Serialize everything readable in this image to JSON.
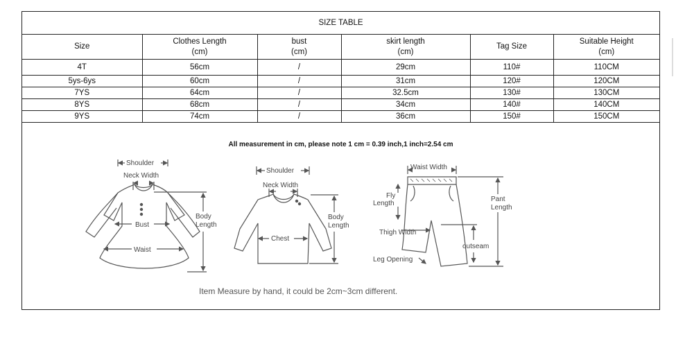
{
  "table": {
    "title": "SIZE TABLE",
    "headers": [
      {
        "line1": "Size",
        "line2": ""
      },
      {
        "line1": "Clothes Length",
        "line2": "(cm)"
      },
      {
        "line1": "bust",
        "line2": "(cm)"
      },
      {
        "line1": "skirt length",
        "line2": "(cm)"
      },
      {
        "line1": "Tag Size",
        "line2": ""
      },
      {
        "line1": "Suitable Height",
        "line2": "(cm)"
      }
    ],
    "rows": [
      [
        "4T",
        "56cm",
        "/",
        "29cm",
        "110#",
        "110CM"
      ],
      [
        "5ys-6ys",
        "60cm",
        "/",
        "31cm",
        "120#",
        "120CM"
      ],
      [
        "7YS",
        "64cm",
        "/",
        "32.5cm",
        "130#",
        "130CM"
      ],
      [
        "8YS",
        "68cm",
        "/",
        "34cm",
        "140#",
        "140CM"
      ],
      [
        "9YS",
        "74cm",
        "/",
        "36cm",
        "150#",
        "150CM"
      ]
    ]
  },
  "note": "All measurement in cm, please note 1 cm = 0.39 inch,1 inch=2.54 cm",
  "diagrams": {
    "dress": {
      "shoulder": "Shoulder",
      "neck_width": "Neck Width",
      "bust": "Bust",
      "waist": "Waist",
      "body_length_1": "Body",
      "body_length_2": "Length"
    },
    "shirt": {
      "shoulder": "Shoulder",
      "neck_width": "Neck Width",
      "chest": "Chest",
      "body_length_1": "Body",
      "body_length_2": "Length"
    },
    "pants": {
      "waist_width": "Waist Width",
      "fly_length_1": "Fly",
      "fly_length_2": "Length",
      "pant_length_1": "Pant",
      "pant_length_2": "Length",
      "thigh_width": "Thigh Width",
      "outseam": "outseam",
      "leg_opening": "Leg Opening"
    }
  },
  "measure_note": "Item Measure by hand, it could be 2cm~3cm different."
}
